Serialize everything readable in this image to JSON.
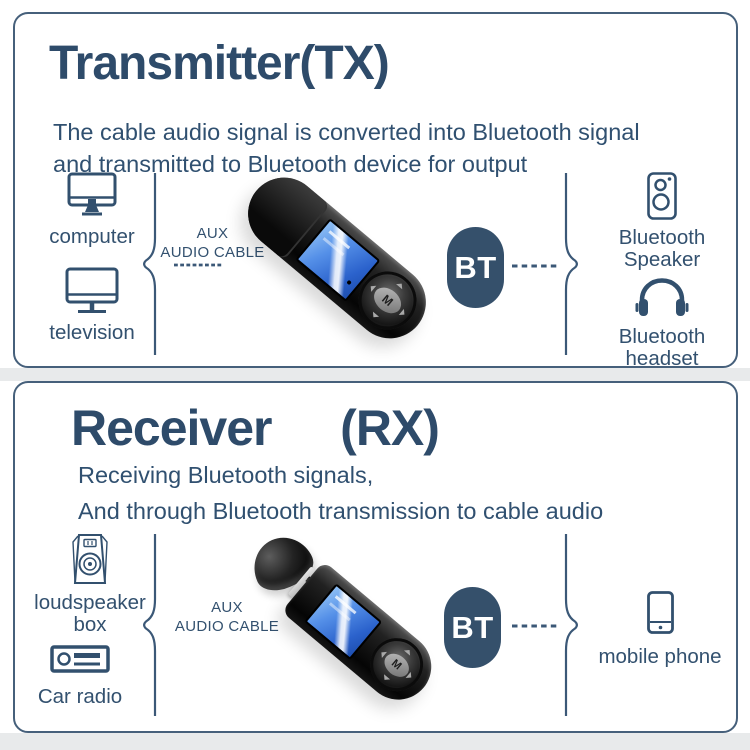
{
  "colors": {
    "navy_text": "#2e4b6a",
    "icon_stroke": "#32506e",
    "panel_border": "#46607b",
    "bt_badge_bg": "#35506b",
    "device_screen_blue": "#2b62cc",
    "gap_gray": "#e8eaeb"
  },
  "panels": {
    "tx": {
      "title": "Transmitter(TX)",
      "desc1": "The cable audio signal is converted into Bluetooth signal",
      "desc2": "and transmitted to Bluetooth device for output",
      "source1_label": "computer",
      "source2_label": "television",
      "cable_label_line1": "AUX",
      "cable_label_line2": "AUDIO CABLE",
      "bt_badge": "BT",
      "device_button": "M",
      "output1_label": "Bluetooth Speaker",
      "output2_label": "Bluetooth headset"
    },
    "rx": {
      "title": "Receiver   (RX)",
      "desc1": "Receiving Bluetooth signals,",
      "desc2": "And through Bluetooth transmission to cable audio",
      "source1_label": "loudspeaker box",
      "source2_label": "Car radio",
      "cable_label_line1": "AUX",
      "cable_label_line2": "AUDIO CABLE",
      "bt_badge": "BT",
      "device_button": "M",
      "output1_label": "mobile phone"
    }
  }
}
